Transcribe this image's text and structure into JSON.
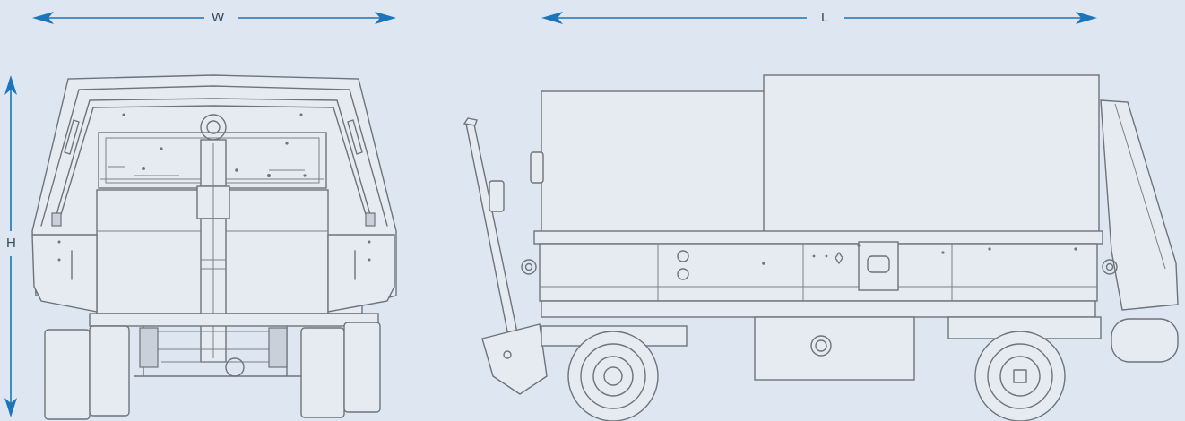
{
  "dimensions": {
    "width_label": "W",
    "length_label": "L",
    "height_label": "H"
  },
  "colors": {
    "background": "#dde6f1",
    "arrow": "#1b75bb",
    "line_art": "#6f737a"
  },
  "views": [
    "front-view",
    "side-view"
  ]
}
